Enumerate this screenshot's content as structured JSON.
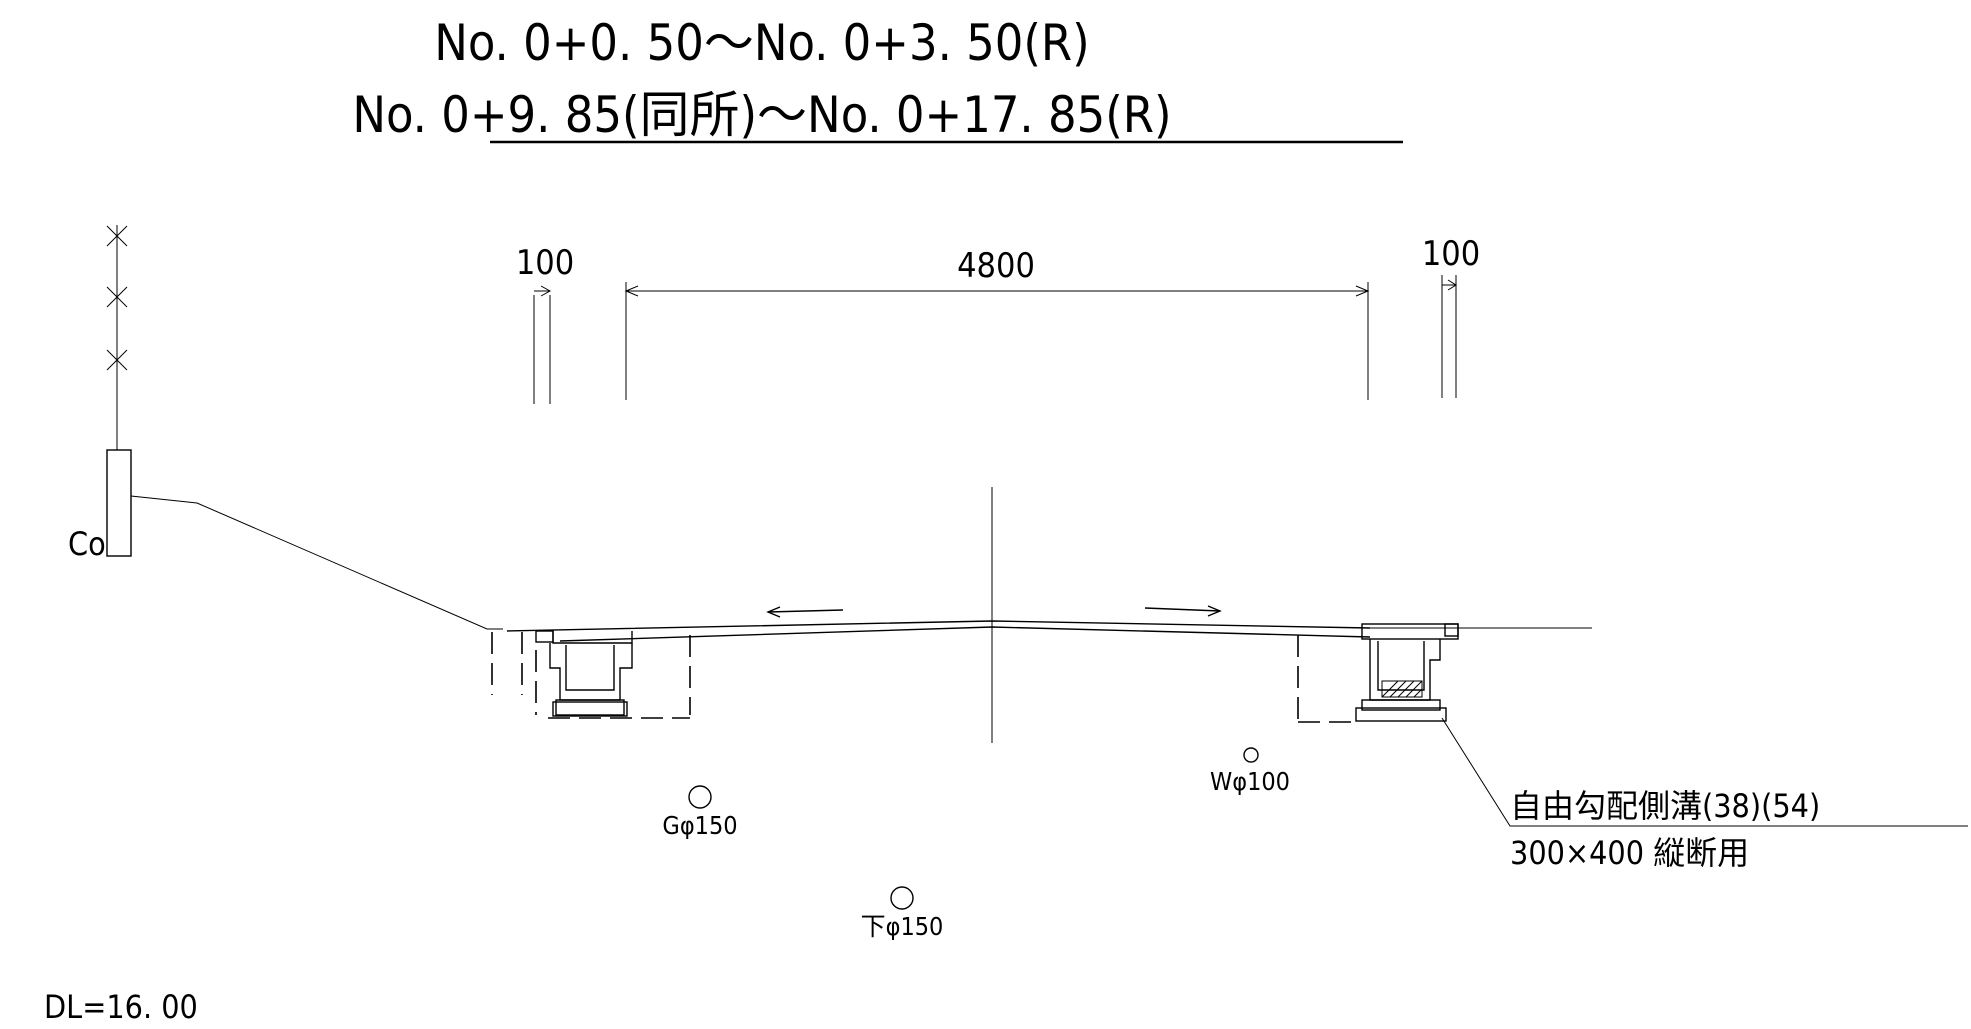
{
  "title": {
    "line1": "No. 0+0. 50～No. 0+3. 50(R)",
    "line2": "No. 0+9. 85(同所)～No. 0+17. 85(R)"
  },
  "dimensions": {
    "left_offset": "100",
    "road_width": "4800",
    "right_offset": "100"
  },
  "labels": {
    "concrete": "Co",
    "datum_level": "DL=16. 00"
  },
  "utilities": {
    "gas": "Gφ150",
    "sewer": "下φ150",
    "water": "Wφ100"
  },
  "callout": {
    "line1": "自由勾配側溝(38)(54)",
    "line2": "300×400 縦断用"
  }
}
